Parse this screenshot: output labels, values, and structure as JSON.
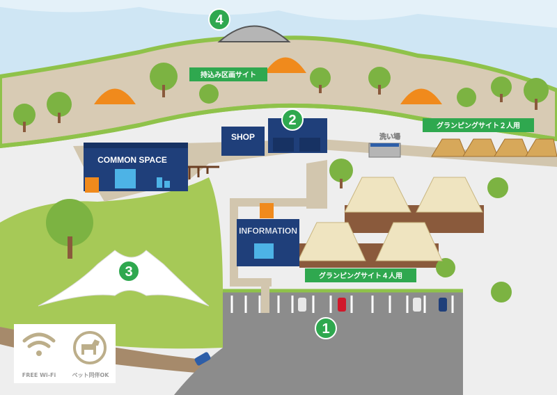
{
  "areas": {
    "campsite_label": "持込み区画サイト",
    "glamping2_label": "グランピングサイト２人用",
    "glamping4_label": "グランピングサイト４人用",
    "wash_label": "洗い場"
  },
  "buildings": {
    "common_space": "COMMON SPACE",
    "shop": "SHOP",
    "information": "INFORMATION"
  },
  "markers": [
    "1",
    "2",
    "3",
    "4"
  ],
  "amenities": {
    "wifi_label": "FREE Wi-Fi",
    "pet_label": "ペット同伴OK"
  },
  "colors": {
    "sky": "#cfe6f4",
    "hill": "#d8cbb4",
    "grass": "#a6c957",
    "marker": "#2fa84f",
    "building": "#1f3f7a",
    "road": "#8c8c8c",
    "path": "#d2c6ae"
  }
}
